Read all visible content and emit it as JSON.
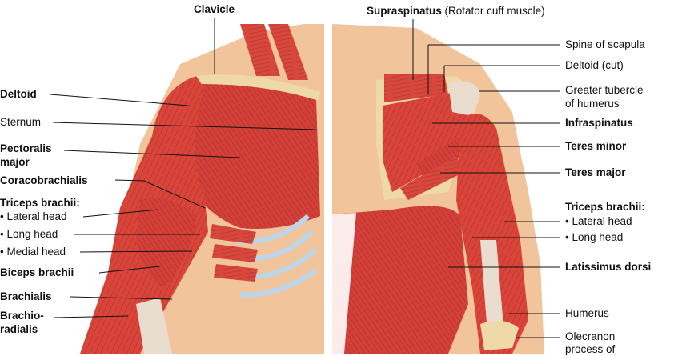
{
  "title": "",
  "anterior_view": {
    "clavicle": "Clavicle",
    "deltoid": "Deltoid",
    "sternum": "Sternum",
    "pectoralis_major_1": "Pectoralis",
    "pectoralis_major_2": "major",
    "coracobrachialis": "Coracobrachialis",
    "triceps_heading": "Triceps brachii:",
    "lateral_head": "• Lateral head",
    "long_head": "• Long head",
    "medial_head": "• Medial head",
    "biceps_brachii": "Biceps brachii",
    "brachialis": "Brachialis",
    "brachioradialis_1": "Brachio-",
    "brachioradialis_2": "radialis"
  },
  "posterior_view": {
    "supraspinatus": "Supraspinatus",
    "supraspinatus_note": "(Rotator cuff muscle)",
    "spine_of_scapula": "Spine of scapula",
    "deltoid_cut": "Deltoid (cut)",
    "greater_tubercle_1": "Greater tubercle",
    "greater_tubercle_2": "of humerus",
    "infraspinatus": "Infraspinatus",
    "teres_minor": "Teres minor",
    "teres_major": "Teres major",
    "triceps_heading": "Triceps brachii:",
    "lateral_head": "• Lateral head",
    "long_head": "• Long head",
    "latissimus_dorsi": "Latissimus dorsi",
    "humerus": "Humerus",
    "olecranon_1": "Olecranon",
    "olecranon_2": "process of"
  },
  "colors": {
    "skin": "#f2c49b",
    "muscle": "#d9453a",
    "muscle_dark": "#b82e27",
    "tendon": "#e9ddd0",
    "bone": "#f0d9a8",
    "cartilage": "#b9d6ea"
  }
}
